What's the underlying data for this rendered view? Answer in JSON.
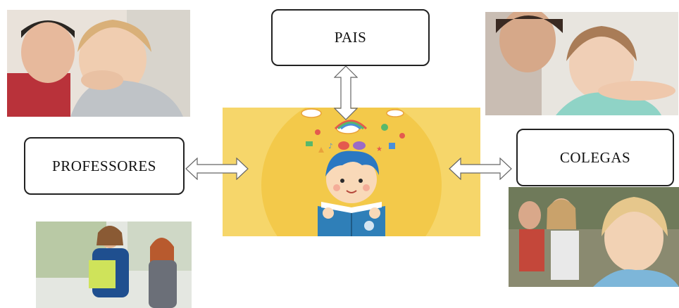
{
  "boxes": {
    "pais": "PAIS",
    "professores": "PROFESSORES",
    "colegas": "COLEGAS"
  },
  "photos": {
    "top_left": "parent-comforting-upset-girl",
    "top_right": "mother-with-sad-girl",
    "bottom_left": "teacher-with-student",
    "bottom_right": "sad-girl-excluded-by-peers"
  },
  "center_image": "boy-reading-book-illustration",
  "colors": {
    "center_bg": "#f6d66a",
    "circle": "#f3c94a",
    "book": "#2f7fb8"
  }
}
